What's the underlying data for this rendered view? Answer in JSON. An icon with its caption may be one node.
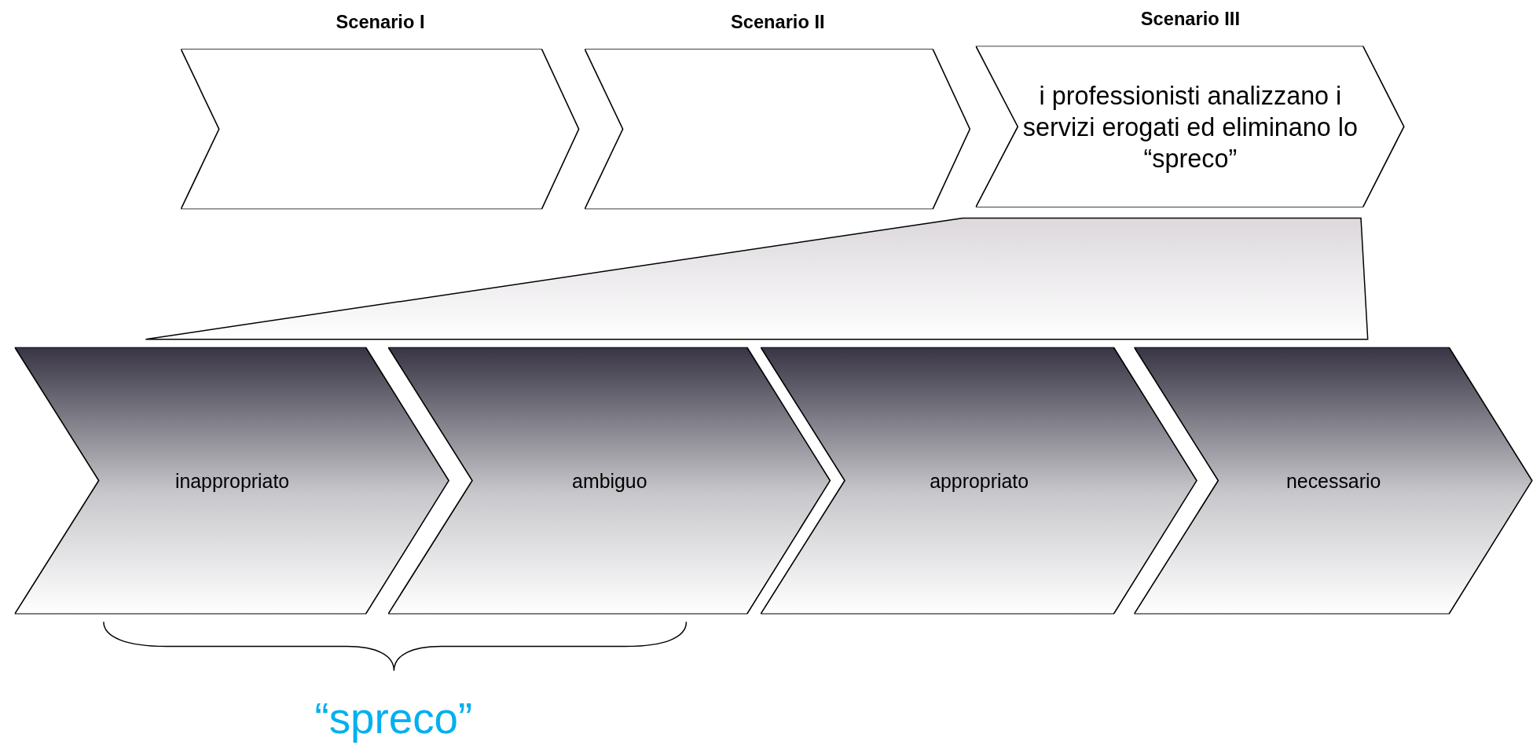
{
  "diagram": {
    "nodes": [
      {
        "text": [
          "Scenario I"
        ]
      },
      {
        "text": [
          "Scenario II"
        ]
      },
      {
        "text": [
          "Scenario III",
          "i professionisti analizzano i servizi erogati ed eliminano lo “spreco”"
        ]
      },
      {
        "text": [],
        "shape": "trapezoid"
      },
      {
        "text": [
          "inappropriato"
        ]
      },
      {
        "text": [
          "ambiguo"
        ]
      },
      {
        "text": [
          "appropriato"
        ]
      },
      {
        "text": [
          "necessario"
        ]
      }
    ],
    "labels": [
      "“spreco”"
    ]
  }
}
